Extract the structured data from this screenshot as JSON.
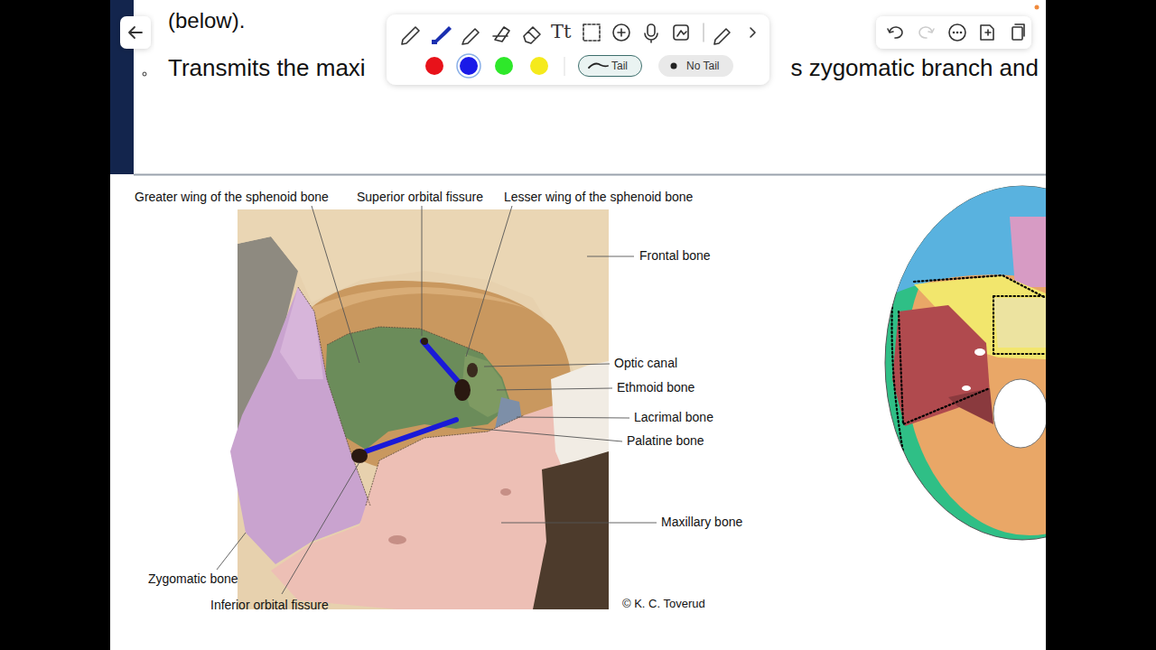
{
  "diagram": {
    "nodes": [
      {
        "text": [
          "Tail"
        ]
      },
      {
        "text": [
          "No Tail"
        ]
      }
    ],
    "labels": [
      "(below).",
      "Transmits the maxi",
      "s zygomatic branch and",
      "Tt",
      "Greater wing of the sphenoid bone",
      "Superior orbital fissure",
      "Lesser wing of the sphenoid bone",
      "Frontal bone",
      "Optic canal",
      "Ethmoid bone",
      "Lacrimal bone",
      "Palatine bone",
      "Maxillary bone",
      "Zygomatic bone",
      "Inferior orbital fissure",
      "© K. C. Toverud"
    ]
  }
}
